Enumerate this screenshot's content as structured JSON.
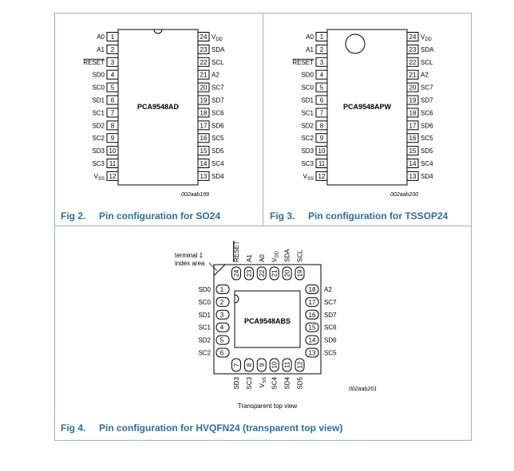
{
  "figures": {
    "fig2": {
      "number": "Fig 2.",
      "title": "Pin configuration for SO24",
      "device": "PCA9548AD",
      "code": "002aab199"
    },
    "fig3": {
      "number": "Fig 3.",
      "title": "Pin configuration for TSSOP24",
      "device": "PCA9548APW",
      "code": "002aab200"
    },
    "fig4": {
      "number": "Fig 4.",
      "title": "Pin configuration for HVQFN24 (transparent top view)",
      "device": "PCA9548ABS",
      "code": "002aab201",
      "terminal_label_1": "terminal 1",
      "terminal_label_2": "index area",
      "view_label": "Transparent top view"
    }
  },
  "dip_pins": {
    "left": [
      {
        "num": "1",
        "name": "A0",
        "sub": ""
      },
      {
        "num": "2",
        "name": "A1",
        "sub": ""
      },
      {
        "num": "3",
        "name": "RESET",
        "sub": "",
        "overline": true
      },
      {
        "num": "4",
        "name": "SD0",
        "sub": ""
      },
      {
        "num": "5",
        "name": "SC0",
        "sub": ""
      },
      {
        "num": "6",
        "name": "SD1",
        "sub": ""
      },
      {
        "num": "7",
        "name": "SC1",
        "sub": ""
      },
      {
        "num": "8",
        "name": "SD2",
        "sub": ""
      },
      {
        "num": "9",
        "name": "SC2",
        "sub": ""
      },
      {
        "num": "10",
        "name": "SD3",
        "sub": ""
      },
      {
        "num": "11",
        "name": "SC3",
        "sub": ""
      },
      {
        "num": "12",
        "name": "V",
        "sub": "SS"
      }
    ],
    "right": [
      {
        "num": "24",
        "name": "V",
        "sub": "DD"
      },
      {
        "num": "23",
        "name": "SDA",
        "sub": ""
      },
      {
        "num": "22",
        "name": "SCL",
        "sub": ""
      },
      {
        "num": "21",
        "name": "A2",
        "sub": ""
      },
      {
        "num": "20",
        "name": "SC7",
        "sub": ""
      },
      {
        "num": "19",
        "name": "SD7",
        "sub": ""
      },
      {
        "num": "18",
        "name": "SC6",
        "sub": ""
      },
      {
        "num": "17",
        "name": "SD6",
        "sub": ""
      },
      {
        "num": "16",
        "name": "SC5",
        "sub": ""
      },
      {
        "num": "15",
        "name": "SD5",
        "sub": ""
      },
      {
        "num": "14",
        "name": "SC4",
        "sub": ""
      },
      {
        "num": "13",
        "name": "SD4",
        "sub": ""
      }
    ]
  },
  "qfn_pins": {
    "left": [
      {
        "num": "1",
        "name": "SD0"
      },
      {
        "num": "2",
        "name": "SC0"
      },
      {
        "num": "3",
        "name": "SD1"
      },
      {
        "num": "4",
        "name": "SC1"
      },
      {
        "num": "5",
        "name": "SD2"
      },
      {
        "num": "6",
        "name": "SC2"
      }
    ],
    "right": [
      {
        "num": "18",
        "name": "A2"
      },
      {
        "num": "17",
        "name": "SC7"
      },
      {
        "num": "16",
        "name": "SD7"
      },
      {
        "num": "15",
        "name": "SC6"
      },
      {
        "num": "14",
        "name": "SD6"
      },
      {
        "num": "13",
        "name": "SC5"
      }
    ],
    "top": [
      {
        "num": "24",
        "name": "RESET",
        "sub": "",
        "overline": true
      },
      {
        "num": "23",
        "name": "A1",
        "sub": ""
      },
      {
        "num": "22",
        "name": "A0",
        "sub": ""
      },
      {
        "num": "21",
        "name": "V",
        "sub": "DD"
      },
      {
        "num": "20",
        "name": "SDA",
        "sub": ""
      },
      {
        "num": "19",
        "name": "SCL",
        "sub": ""
      }
    ],
    "bottom": [
      {
        "num": "7",
        "name": "SD3",
        "sub": ""
      },
      {
        "num": "8",
        "name": "SC3",
        "sub": ""
      },
      {
        "num": "9",
        "name": "V",
        "sub": "SS"
      },
      {
        "num": "10",
        "name": "SC4",
        "sub": ""
      },
      {
        "num": "11",
        "name": "SD4",
        "sub": ""
      },
      {
        "num": "12",
        "name": "SD5",
        "sub": ""
      }
    ]
  }
}
